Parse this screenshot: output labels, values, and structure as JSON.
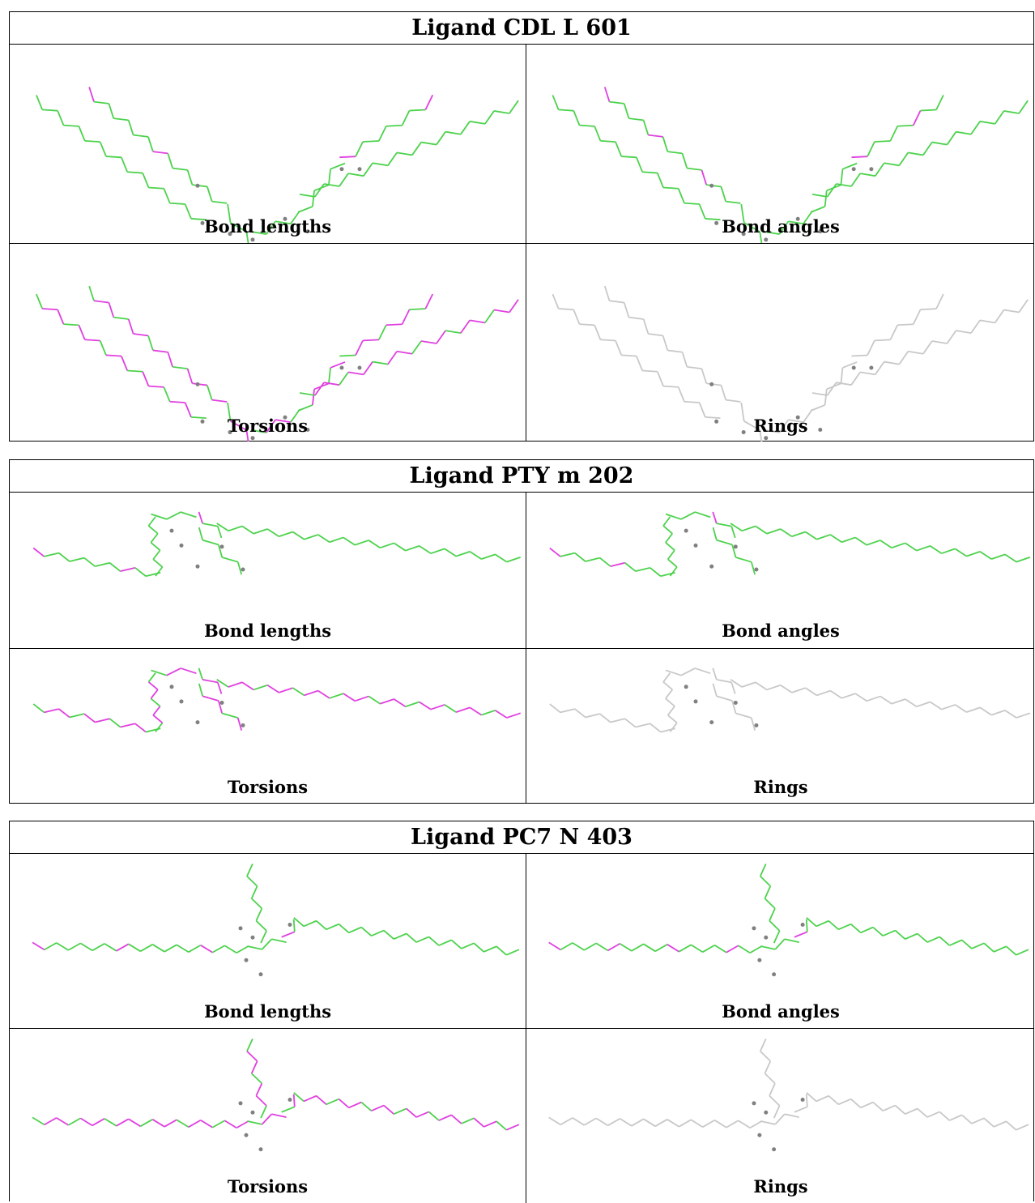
{
  "ligands": [
    {
      "title": "Ligand CDL L 601",
      "panels": [
        "Bond lengths",
        "Bond angles",
        "Torsions",
        "Rings"
      ]
    },
    {
      "title": "Ligand PTY m 202",
      "panels": [
        "Bond lengths",
        "Bond angles",
        "Torsions",
        "Rings"
      ]
    },
    {
      "title": "Ligand PC7 N 403",
      "panels": [
        "Bond lengths",
        "Bond angles",
        "Torsions",
        "Rings"
      ]
    }
  ],
  "colors": {
    "ok": "#4dd24d",
    "outlier": "#e040e0",
    "neutral": "#c8c8c8",
    "atom": "#808080"
  }
}
